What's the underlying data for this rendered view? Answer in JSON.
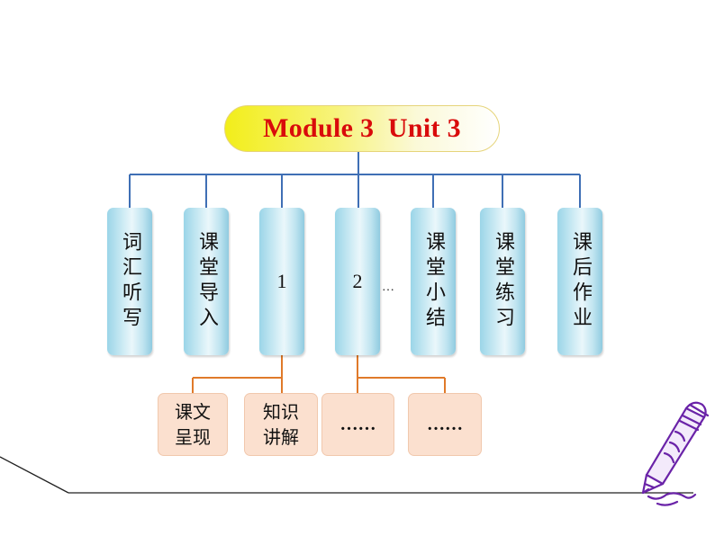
{
  "title": "Module 3  Unit 3",
  "nodes": [
    {
      "label": "词汇听写"
    },
    {
      "label": "课堂导入"
    },
    {
      "label": "1"
    },
    {
      "label": "2"
    },
    {
      "label": "课堂小结"
    },
    {
      "label": "课堂练习"
    },
    {
      "label": "课后作业"
    }
  ],
  "between_ellipsis": "…",
  "subnodes": [
    {
      "label": "课文呈现"
    },
    {
      "label": "知识讲解"
    },
    {
      "label": "……"
    },
    {
      "label": "……"
    }
  ],
  "colors": {
    "title_text": "#d90b0b",
    "title_fill": "#f2ee1a",
    "top_connector": "#3f6fb5",
    "sub_connector": "#e07a2a",
    "node_fill": "#cdebf4",
    "subnode_fill": "#fbe0cf",
    "pen": "#7a2bb5"
  }
}
